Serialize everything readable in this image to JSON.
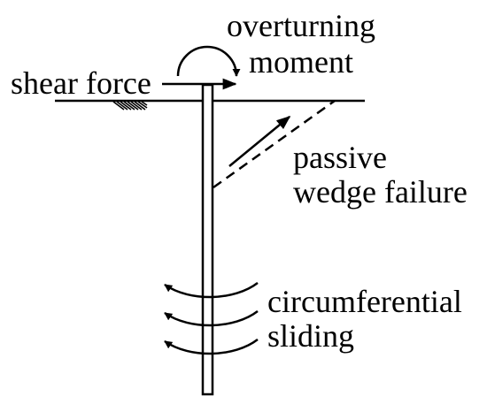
{
  "labels": {
    "shear_force": "shear force",
    "overturning_line1": "overturning",
    "overturning_line2": "moment",
    "passive_line1": "passive",
    "passive_line2": "wedge failure",
    "circumferential_line1": "circumferential",
    "circumferential_line2": "sliding"
  },
  "colors": {
    "ink": "#000000",
    "background": "#ffffff"
  }
}
